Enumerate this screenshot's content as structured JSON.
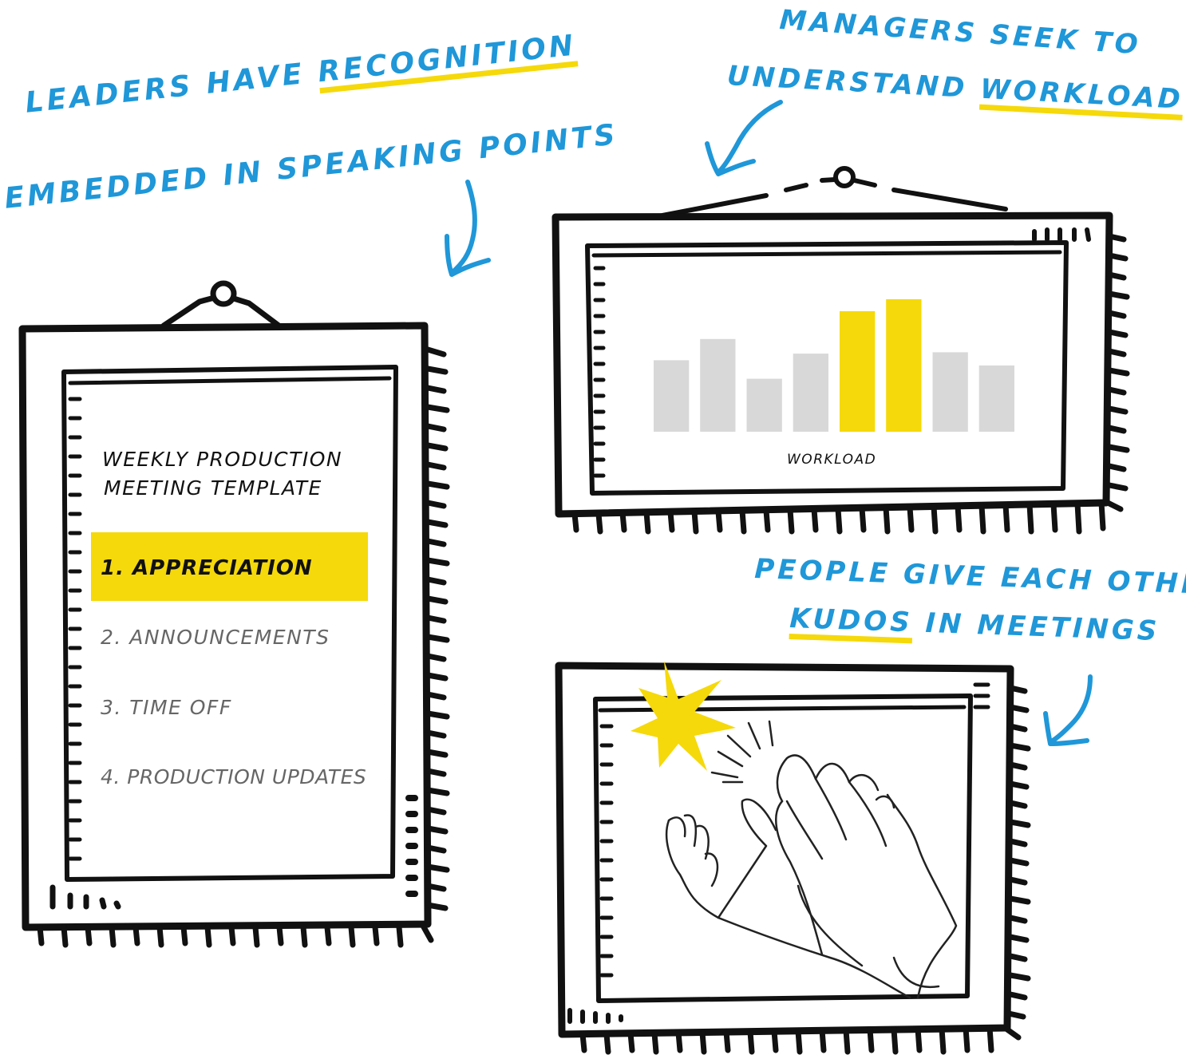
{
  "colors": {
    "caption_blue": "#1f97d8",
    "highlight_yellow": "#f5d90a",
    "bar_gray": "#d8d8d8",
    "bar_yellow": "#f5d90a",
    "ink": "#111111",
    "muted_text": "#666666"
  },
  "callouts": {
    "recognition": {
      "line1_prefix": "LEADERS HAVE ",
      "line1_highlight": "RECOGNITION",
      "line2": "EMBEDDED IN SPEAKING POINTS"
    },
    "workload": {
      "line1": "MANAGERS SEEK TO",
      "line2_prefix": "UNDERSTAND ",
      "line2_highlight": "WORKLOAD"
    },
    "kudos": {
      "line1": "PEOPLE GIVE EACH OTHER",
      "line2_highlight": "KUDOS",
      "line2_suffix": " IN MEETINGS"
    }
  },
  "template_frame": {
    "title_line1": "WEEKLY PRODUCTION",
    "title_line2": "MEETING TEMPLATE",
    "agenda": [
      {
        "label": "1. APPRECIATION",
        "highlighted": true
      },
      {
        "label": "2. ANNOUNCEMENTS",
        "highlighted": false
      },
      {
        "label": "3. TIME OFF",
        "highlighted": false
      },
      {
        "label": "4. PRODUCTION UPDATES",
        "highlighted": false
      }
    ]
  },
  "chart_data": {
    "type": "bar",
    "title": "",
    "xlabel": "WORKLOAD",
    "ylabel": "",
    "categories": [
      "",
      "",
      "",
      "",
      "",
      "",
      "",
      ""
    ],
    "values": [
      54,
      70,
      40,
      59,
      91,
      100,
      60,
      50
    ],
    "highlighted": [
      false,
      false,
      false,
      false,
      true,
      true,
      false,
      false
    ],
    "ylim": [
      0,
      100
    ]
  },
  "kudos_frame": {
    "icons": [
      "star-burst-icon",
      "clapping-hands-icon"
    ]
  }
}
